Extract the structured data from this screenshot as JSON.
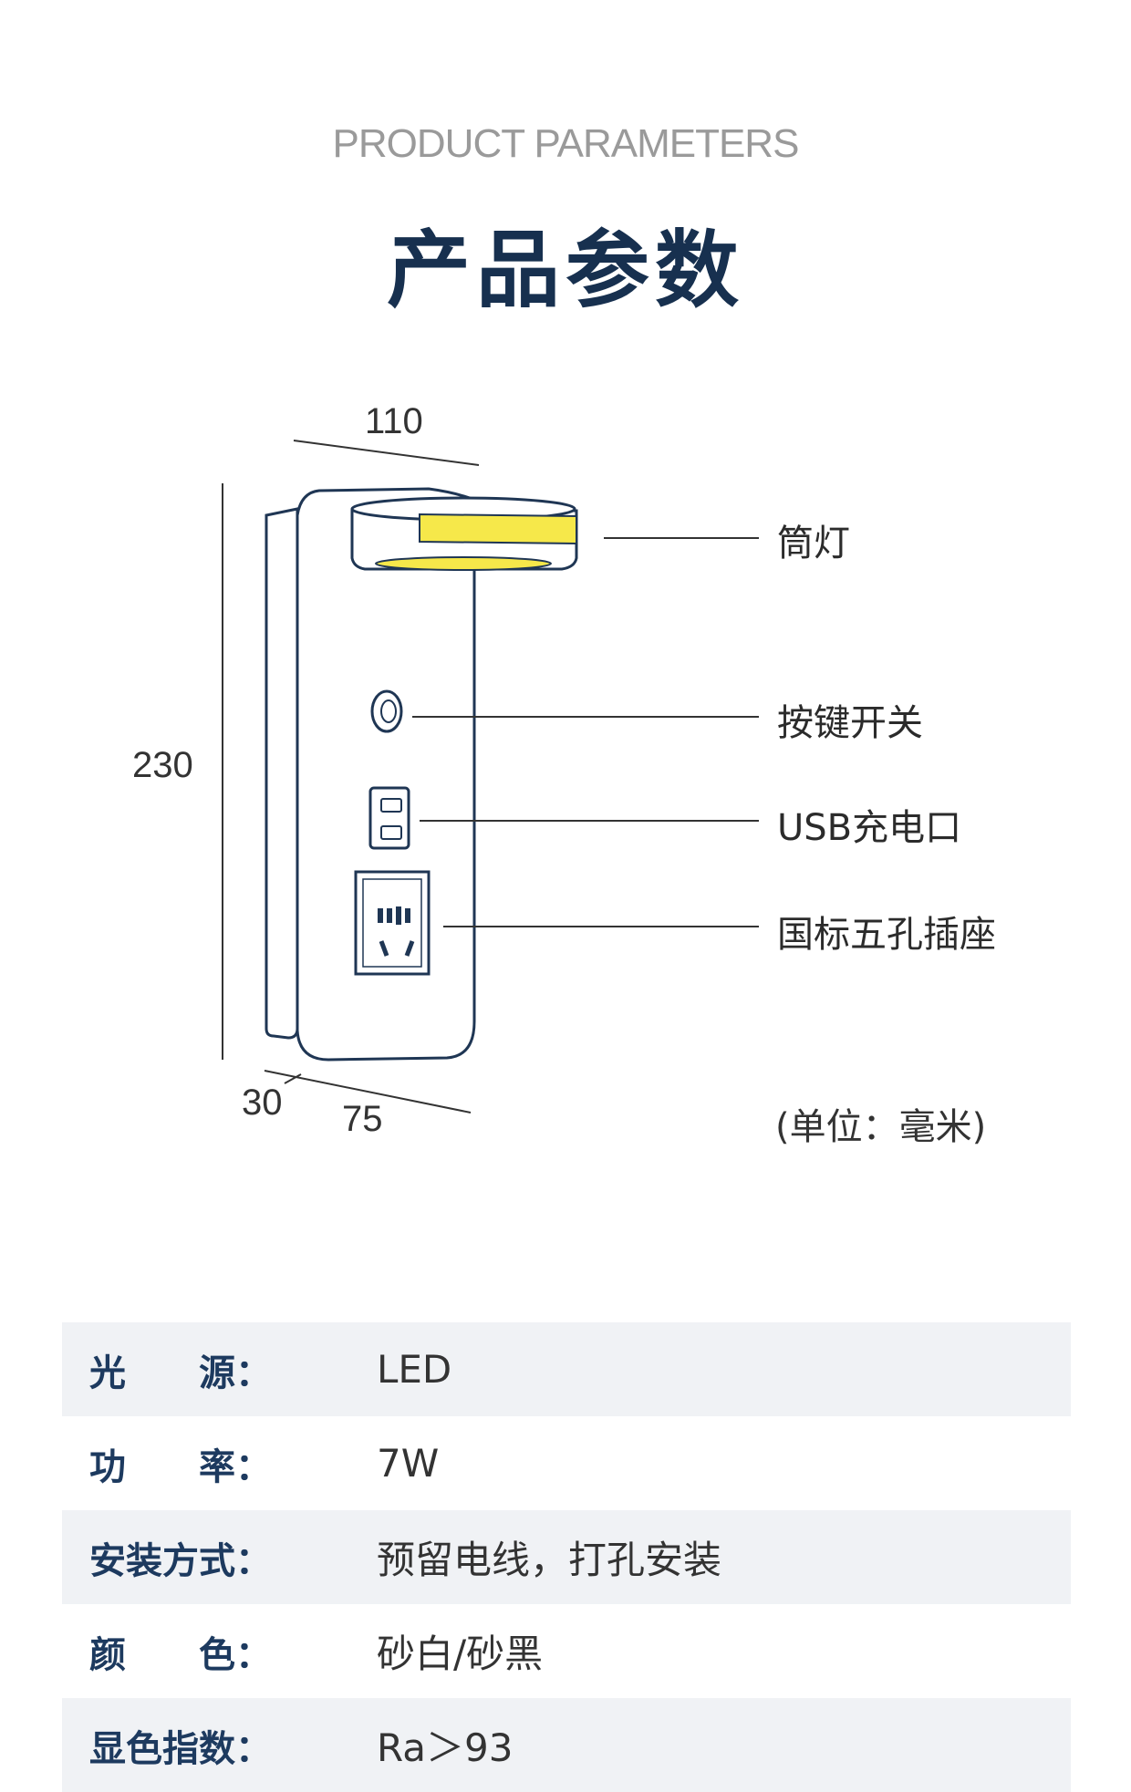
{
  "header": {
    "subtitle": "PRODUCT PARAMETERS",
    "title": "产品参数"
  },
  "diagram": {
    "dims": {
      "width": "110",
      "height": "230",
      "depth_back": "30",
      "depth_total": "75"
    },
    "callouts": {
      "downlight": "筒灯",
      "switch": "按键开关",
      "usb": "USB充电口",
      "socket": "国标五孔插座"
    },
    "unit": "(单位：毫米)",
    "colors": {
      "outline": "#1f3654",
      "lamp_yellow": "#f6e84a"
    }
  },
  "specs": [
    {
      "label": "光　　源：",
      "value": "LED"
    },
    {
      "label": "功　　率：",
      "value": "7W"
    },
    {
      "label": "安装方式：",
      "value": "预留电线，打孔安装"
    },
    {
      "label": "颜　　色：",
      "value": "砂白/砂黑"
    },
    {
      "label": "显色指数：",
      "value": "Ra＞93"
    }
  ]
}
